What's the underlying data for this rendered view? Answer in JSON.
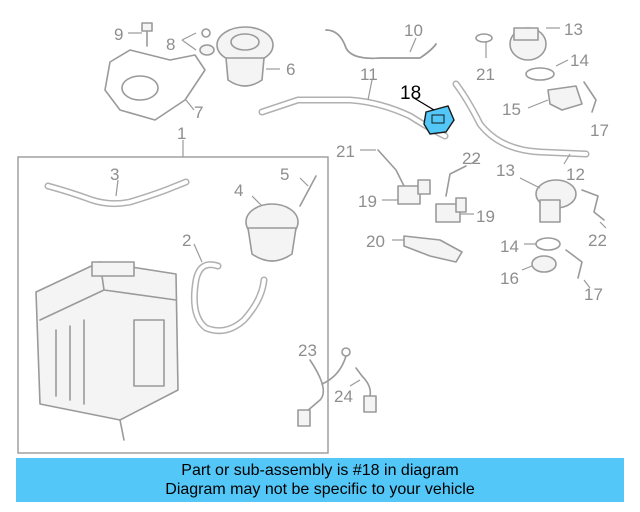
{
  "callouts": {
    "c1": "1",
    "c2": "2",
    "c3": "3",
    "c4": "4",
    "c5": "5",
    "c6": "6",
    "c7": "7",
    "c8": "8",
    "c9": "9",
    "c10": "10",
    "c11": "11",
    "c12": "12",
    "c13a": "13",
    "c13b": "13",
    "c14a": "14",
    "c14b": "14",
    "c15": "15",
    "c16": "16",
    "c17a": "17",
    "c17b": "17",
    "c18": "18",
    "c19a": "19",
    "c19b": "19",
    "c20": "20",
    "c21a": "21",
    "c21b": "21",
    "c22a": "22",
    "c22b": "22",
    "c23": "23",
    "c24": "24"
  },
  "highlight": {
    "part_number": "18",
    "color": "#53c7f7"
  },
  "banner": {
    "line1": "Part or sub-assembly is #18 in diagram",
    "line2": "Diagram may not be specific to your vehicle",
    "color": "#53c7f7"
  }
}
